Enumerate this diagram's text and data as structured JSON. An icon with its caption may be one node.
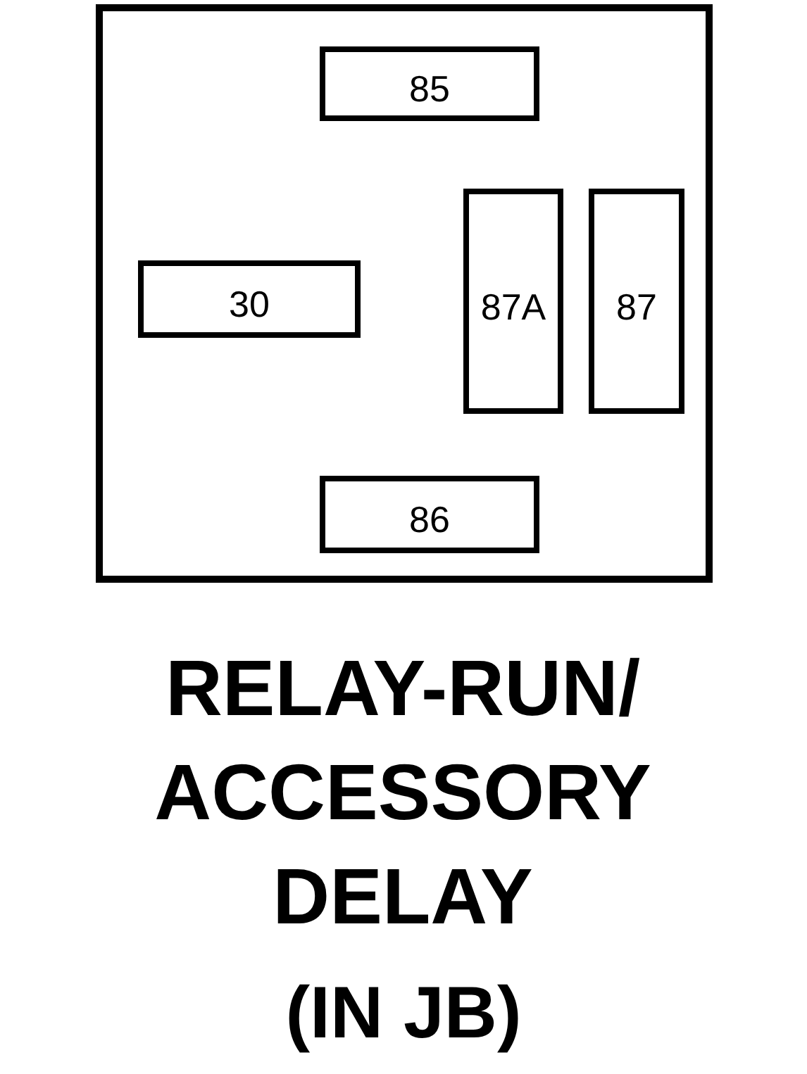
{
  "diagram": {
    "caption": "RELAY-RUN/ ACCESSORY DELAY",
    "nodes": [
      {
        "text": [],
        "shape": "box"
      },
      {
        "text": [
          "85"
        ],
        "in": 0
      },
      {
        "text": [
          "30"
        ],
        "in": 0
      },
      {
        "text": [
          "87A"
        ],
        "in": 0
      },
      {
        "text": [
          "87"
        ],
        "in": 0
      },
      {
        "text": [
          "86"
        ],
        "in": 0
      }
    ],
    "labels": [
      "(IN JB)"
    ]
  }
}
